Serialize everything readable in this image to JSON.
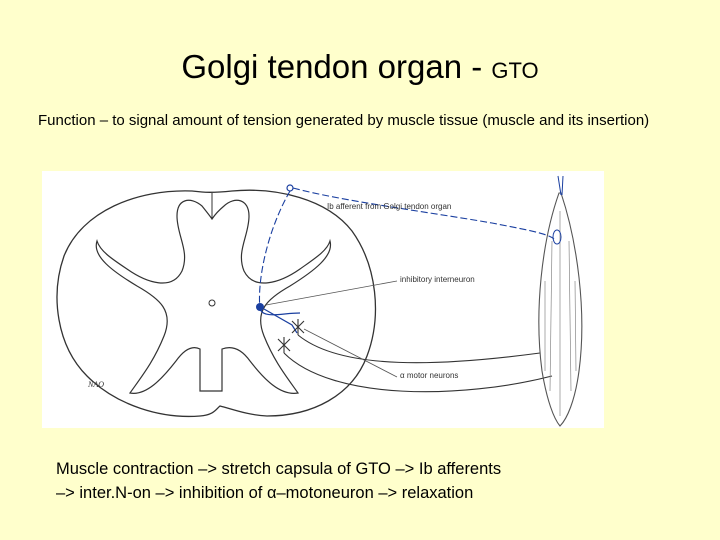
{
  "slide": {
    "title_main": "Golgi tendon organ - ",
    "title_small": "GTO",
    "function_text": "Function – to signal amount of tension generated by muscle tissue (muscle and its insertion)",
    "caption_line1": "Muscle contraction –> stretch capsula of GTO –> Ib afferents",
    "caption_line2": " –> inter.N-on –> inhibition of α–motoneuron –> relaxation"
  },
  "diagram": {
    "label_afferent": "Ib afferent from Golgi tendon organ",
    "label_interneuron": "inhibitory interneuron",
    "label_motor": "α motor neurons",
    "label_nao": "NAO",
    "colors": {
      "outline": "#333333",
      "afferent": "#1a3fa0",
      "background": "#ffffcc"
    }
  }
}
